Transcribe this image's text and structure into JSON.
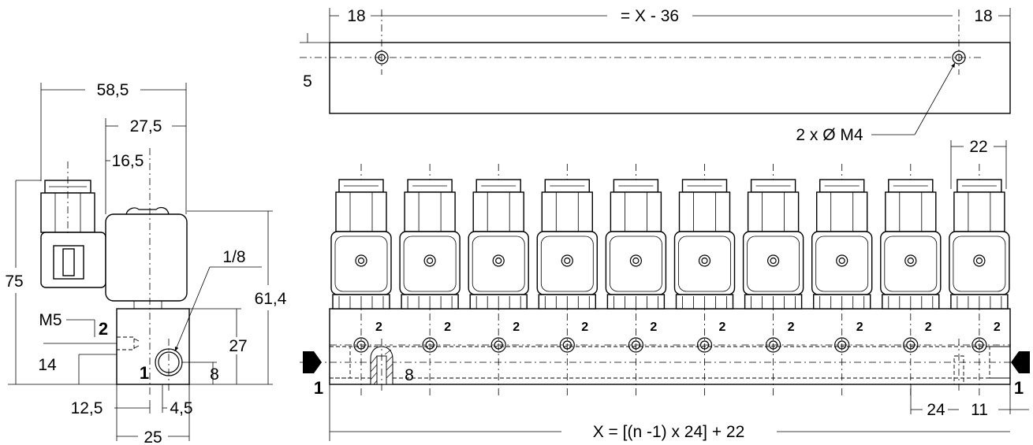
{
  "side_view": {
    "dims": {
      "w_58_5": "58,5",
      "w_27_5": "27,5",
      "w_16_5": "16,5",
      "h_75": "75",
      "h_61_4": "61,4",
      "h_27": "27",
      "h_14": "14",
      "h_8": "8",
      "w_12_5": "12,5",
      "w_4_5": "4,5",
      "w_25": "25"
    },
    "labels": {
      "m5": "M5",
      "thread": "1/8",
      "port_2": "2",
      "port_1": "1"
    }
  },
  "top_view": {
    "dims": {
      "left_18": "18",
      "middle": "= X - 36",
      "right_18": "18",
      "offset_5": "5"
    },
    "hole_callout": "2 x Ø M4"
  },
  "front_view": {
    "dims": {
      "right_22": "22",
      "inner_8": "8",
      "pitch_24": "24",
      "end_11": "11",
      "overall": "X = [(n -1) x 24] + 22"
    },
    "port_label": "2",
    "inlet_left": "1",
    "inlet_right": "1",
    "valve_count": 10
  }
}
